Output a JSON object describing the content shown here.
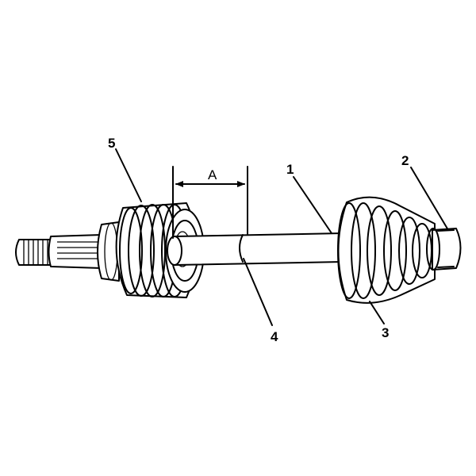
{
  "callouts": {
    "c1": "1",
    "c2": "2",
    "c3": "3",
    "c4": "4",
    "c5": "5"
  },
  "dimension": {
    "label": "A"
  },
  "colors": {
    "line": "#000000",
    "background": "#ffffff"
  }
}
